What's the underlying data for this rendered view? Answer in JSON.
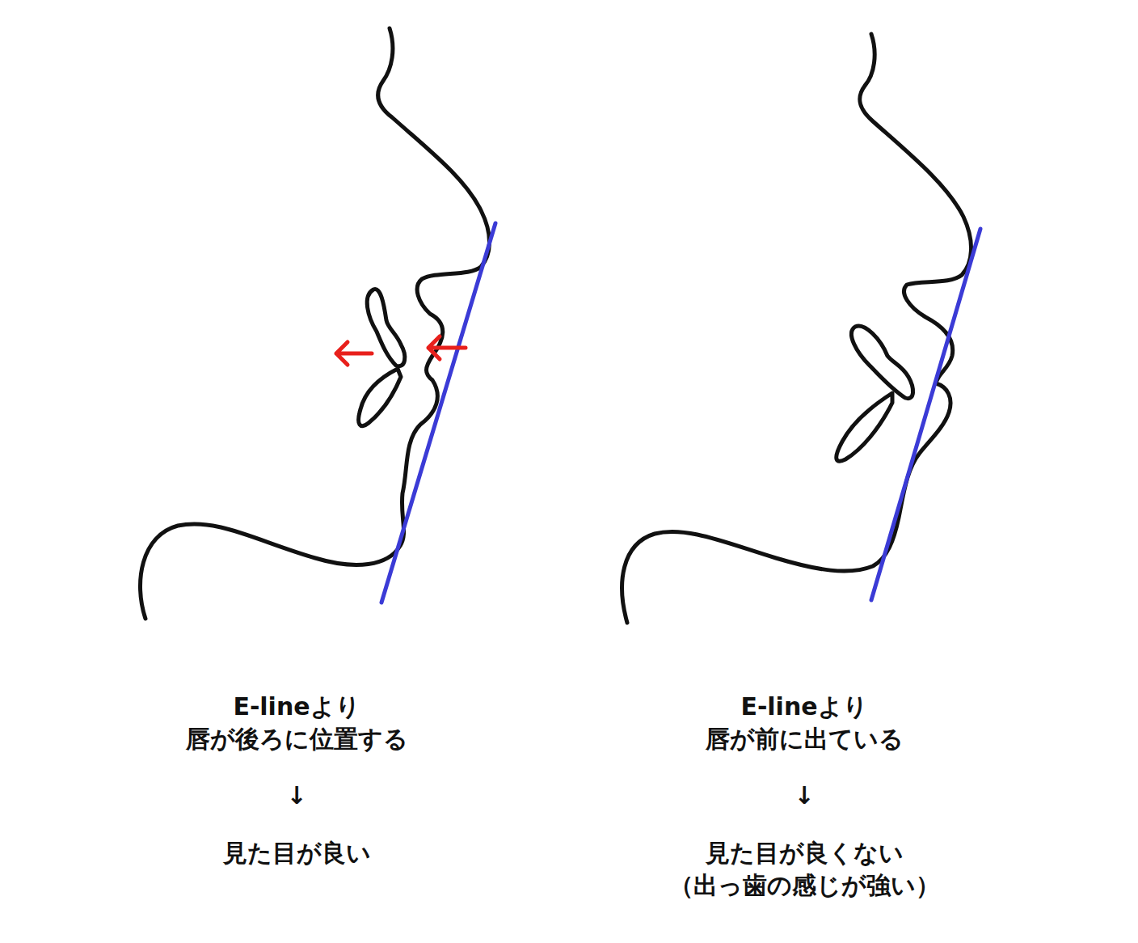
{
  "diagram": {
    "labels": [
      "E-lineより",
      "唇が後ろに位置する",
      "↓",
      "見た目が良い",
      "E-lineより",
      "唇が前に出ている",
      "↓",
      "見た目が良くない",
      "（出っ歯の感じが強い）"
    ]
  }
}
